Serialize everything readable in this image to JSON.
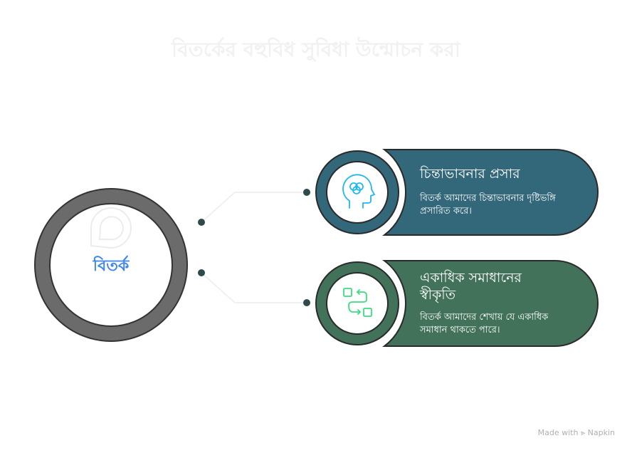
{
  "title": "বিতর্কের বহুবিধ সুবিধা উন্মোচন করা",
  "center": {
    "label": "বিতর্ক",
    "icon": "chat-bubble-icon"
  },
  "cards": [
    {
      "title": "চিন্তাভাবনার প্রসার",
      "description": "বিতর্ক আমাদের চিন্তাভাবনার দৃষ্টিভঙ্গি প্রসারিত করে।",
      "icon": "head-brain-icon",
      "color": "#33677a",
      "icon_color": "#22b8f0"
    },
    {
      "title": "একাধিক সমাধানের স্বীকৃতি",
      "description": "বিতর্ক আমাদের শেখায় যে একাধিক সমাধান থাকতে পারে।",
      "icon": "swap-squares-icon",
      "color": "#42735a",
      "icon_color": "#3ddc84"
    }
  ],
  "footer": "Made with ⪢ Napkin"
}
